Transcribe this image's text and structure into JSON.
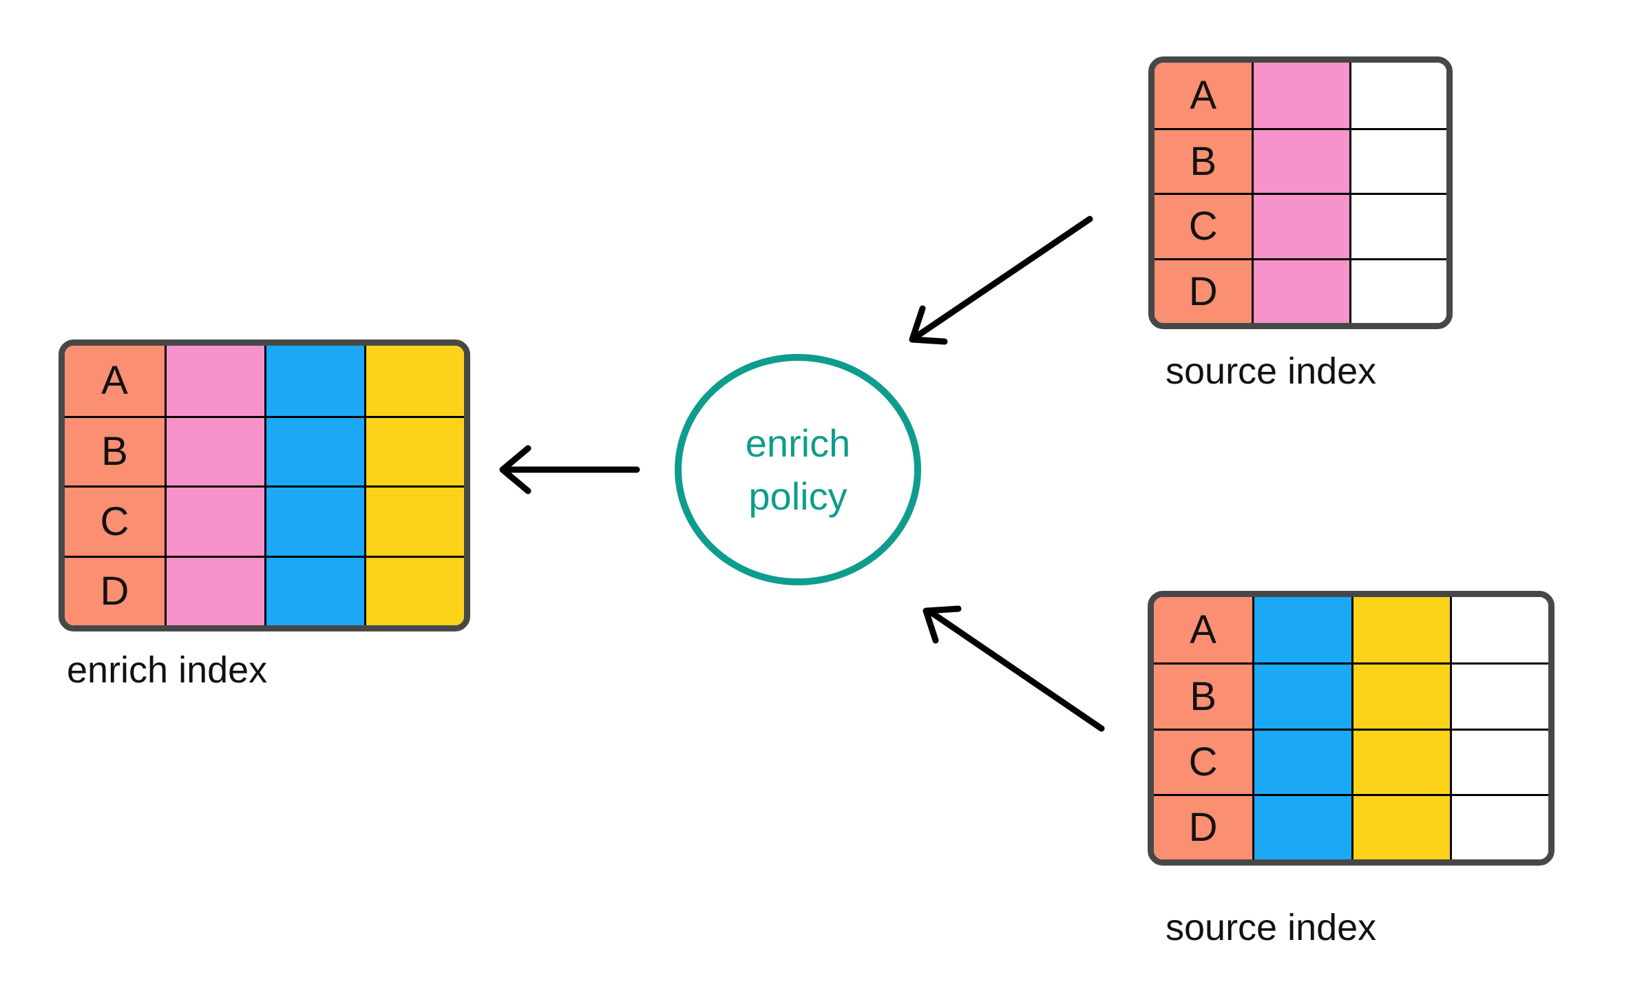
{
  "diagram": {
    "background": "#ffffff",
    "colors": {
      "salmon": "#FA8F72",
      "pink": "#F593CA",
      "blue": "#1BA9F5",
      "yellow": "#FDD21A",
      "white": "#FFFFFF",
      "teal": "#0E9C8D",
      "table_border": "#474747",
      "grid_line": "#000000",
      "arrow": "#000000",
      "text": "#111111"
    },
    "enrich_index": {
      "label": "enrich index",
      "rows": [
        "A",
        "B",
        "C",
        "D"
      ],
      "columns": [
        "salmon",
        "pink",
        "blue",
        "yellow"
      ]
    },
    "source_index_top": {
      "label": "source index",
      "rows": [
        "A",
        "B",
        "C",
        "D"
      ],
      "columns": [
        "salmon",
        "pink",
        "white"
      ]
    },
    "source_index_bottom": {
      "label": "source index",
      "rows": [
        "A",
        "B",
        "C",
        "D"
      ],
      "columns": [
        "salmon",
        "blue",
        "yellow",
        "white"
      ]
    },
    "policy": {
      "line1": "enrich",
      "line2": "policy"
    }
  }
}
